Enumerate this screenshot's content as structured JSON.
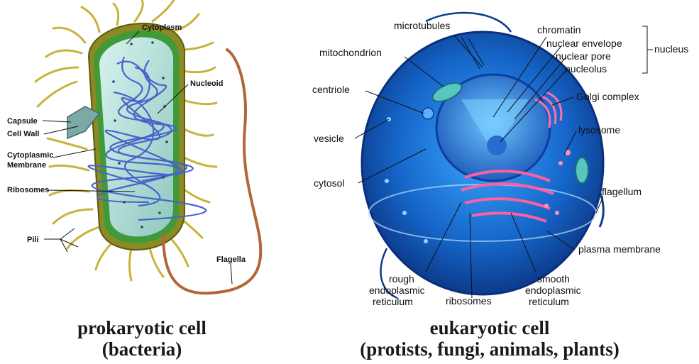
{
  "prokaryote": {
    "labels": {
      "cytoplasm": "Cytoplasm",
      "nucleoid": "Nucleoid",
      "capsule": "Capsule",
      "cell_wall": "Cell Wall",
      "cyto_membrane_1": "Cytoplasmic",
      "cyto_membrane_2": "Membrane",
      "ribosomes": "Ribosomes",
      "pili": "Pili",
      "flagella": "Flagella"
    },
    "caption_line1": "prokaryotic cell",
    "caption_line2": "(bacteria)"
  },
  "eukaryote": {
    "labels": {
      "microtubules": "microtubules",
      "mitochondrion": "mitochondrion",
      "chromatin": "chromatin",
      "nuclear_envelope": "nuclear envelope",
      "nuclear_pore": "nuclear pore",
      "nucleolus": "nucleolus",
      "nucleus": "nucleus",
      "centriole": "centriole",
      "golgi": "Golgi complex",
      "vesicle": "vesicle",
      "lysosome": "lysosome",
      "cytosol": "cytosol",
      "flagellum": "flagellum",
      "plasma_membrane": "plasma membrane",
      "rough_1": "rough",
      "rough_2": "endoplasmic",
      "rough_3": "reticulum",
      "ribosomes": "ribosomes",
      "smooth_1": "smooth",
      "smooth_2": "endoplasmic",
      "smooth_3": "reticulum"
    },
    "caption_line1": "eukaryotic cell",
    "caption_line2": "(protists, fungi, animals, plants)"
  }
}
